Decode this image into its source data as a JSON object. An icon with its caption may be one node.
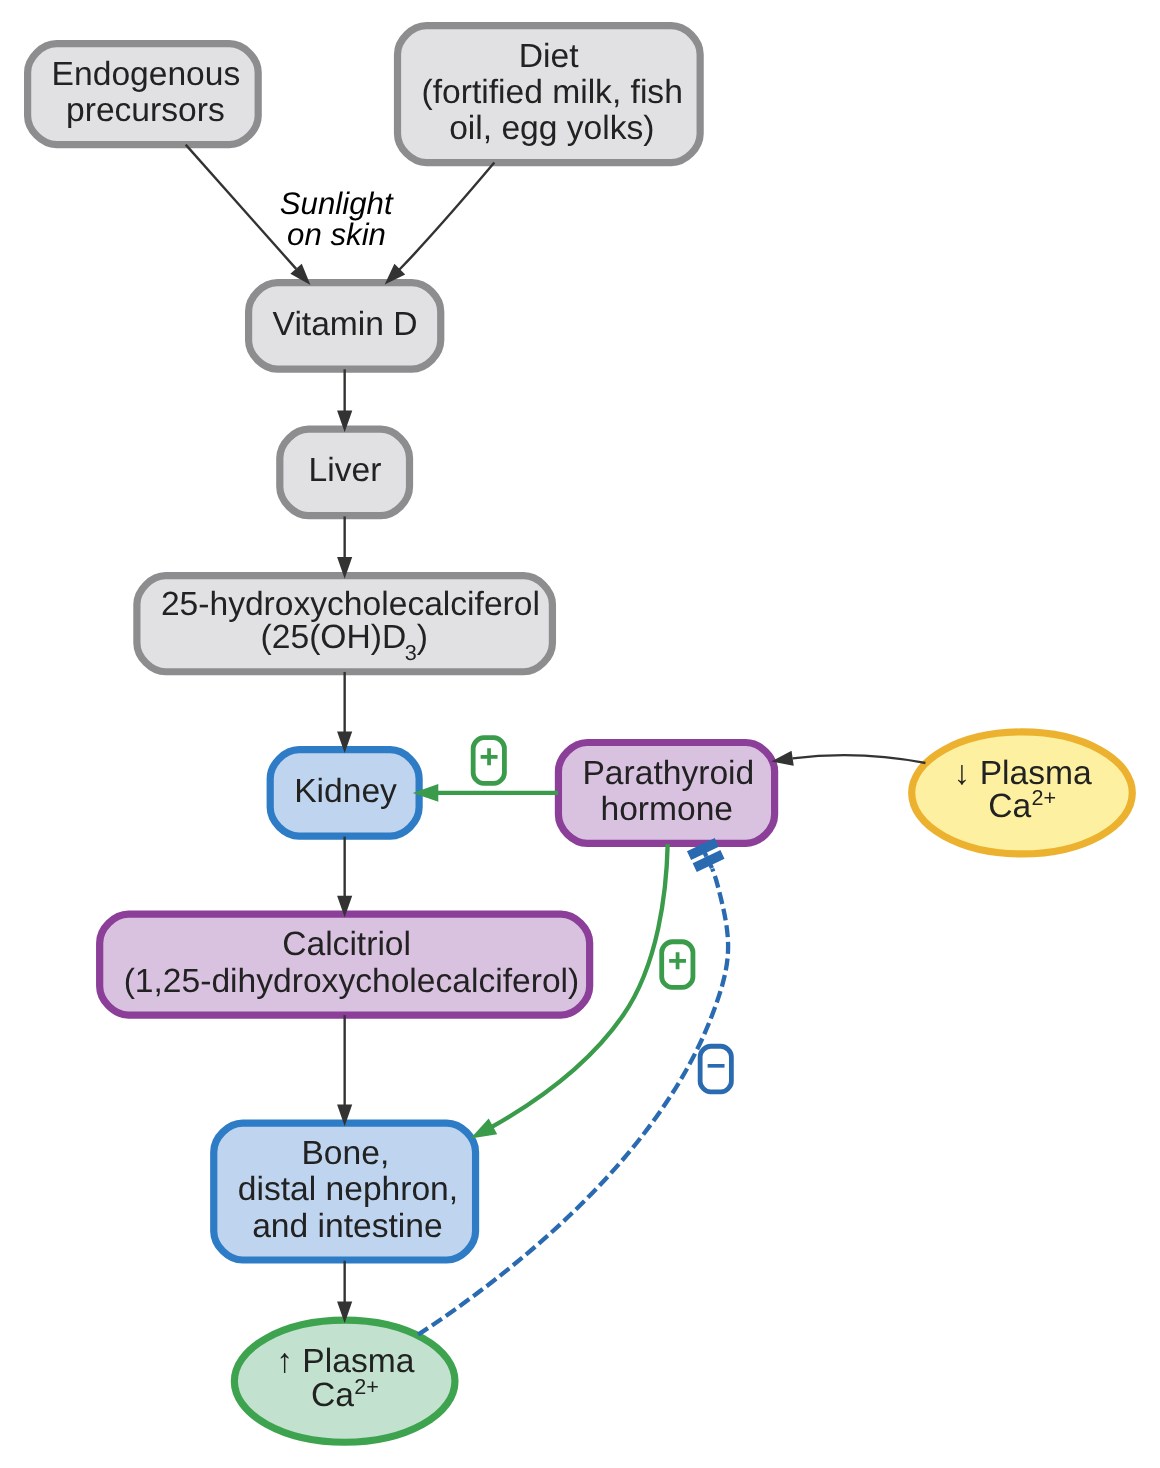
{
  "diagram": {
    "nodes": [
      {
        "text": [
          "Endogenous precursors"
        ]
      },
      {
        "text": [
          "Diet (fortified milk, fish oil, egg yolks)"
        ]
      },
      {
        "text": [
          "Vitamin D"
        ]
      },
      {
        "text": [
          "Liver"
        ]
      },
      {
        "text": [
          "25-hydroxycholecalciferol (25(OH)D$_{3}$)"
        ]
      },
      {
        "text": [
          "Kidney"
        ]
      },
      {
        "text": [
          "Parathyroid hormone"
        ]
      },
      {
        "text": [
          "↓ Plasma Ca$^{2+}$"
        ]
      },
      {
        "text": [
          "Calcitriol (1,25-dihydroxycholecalciferol)"
        ]
      },
      {
        "text": [
          "Bone, distal nephron, and intestine"
        ]
      },
      {
        "text": [
          "↑ Plasma Ca$^{2+}$"
        ]
      }
    ],
    "edges": [
      {
        "from": 0,
        "to": 2,
        "arrow": "to",
        "label": "Sunlight on skin"
      },
      {
        "from": 1,
        "to": 2,
        "arrow": "to"
      },
      {
        "from": 2,
        "to": 3,
        "arrow": "to"
      },
      {
        "from": 3,
        "to": 4,
        "arrow": "to"
      },
      {
        "from": 4,
        "to": 5,
        "arrow": "to"
      },
      {
        "from": 7,
        "to": 6,
        "arrow": "to"
      },
      {
        "from": 6,
        "to": 5,
        "arrow": "to",
        "label": "+",
        "color": "#3a9b4a"
      },
      {
        "from": 5,
        "to": 8,
        "arrow": "to"
      },
      {
        "from": 8,
        "to": 9,
        "arrow": "to"
      },
      {
        "from": 6,
        "to": 9,
        "arrow": "to",
        "label": "+",
        "color": "#3a9b4a"
      },
      {
        "from": 9,
        "to": 10,
        "arrow": "to"
      },
      {
        "from": 10,
        "to": 6,
        "arrow": "other",
        "label": "−",
        "style": "dashed",
        "color": "#2a6ab0"
      }
    ]
  }
}
